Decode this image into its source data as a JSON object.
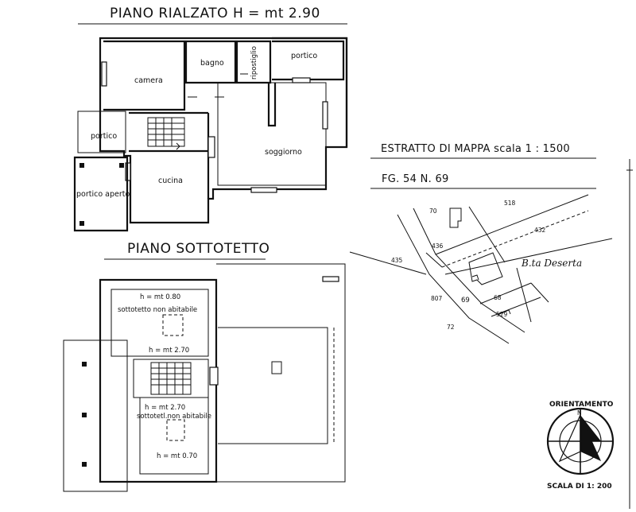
{
  "ground_floor": {
    "title": "PIANO RIALZATO  H = mt 2.90",
    "rooms": {
      "camera": "camera",
      "bagno": "bagno",
      "ripostiglio": "ripostiglio",
      "portico_top": "portico",
      "portico_left": "portico",
      "soggiorno": "soggiorno",
      "cucina": "cucina",
      "portico_aperto": "portico aperto"
    }
  },
  "attic_floor": {
    "title": "PIANO SOTTOTETTO",
    "labels": {
      "h_top": "h = mt 0.80",
      "non_abitabile_1": "sottotetto non abitabile",
      "h_mid1": "h = mt 2.70",
      "h_mid2": "h = mt 2.70",
      "non_abitabile_2": "sottotetl.non abitabile",
      "h_bottom": "h = mt 0.70"
    }
  },
  "map_extract": {
    "title": "ESTRATTO DI MAPPA  scala 1 : 1500",
    "sheet": "FG. 54 N. 69",
    "parcels": [
      "70",
      "518",
      "432",
      "436",
      "435",
      "807",
      "69",
      "68",
      "529",
      "72"
    ],
    "road_name": "B.ta Deserta"
  },
  "orientation": {
    "title": "ORIENTAMENTO",
    "north_letter": "N",
    "scale": "SCALA DI 1: 200"
  }
}
